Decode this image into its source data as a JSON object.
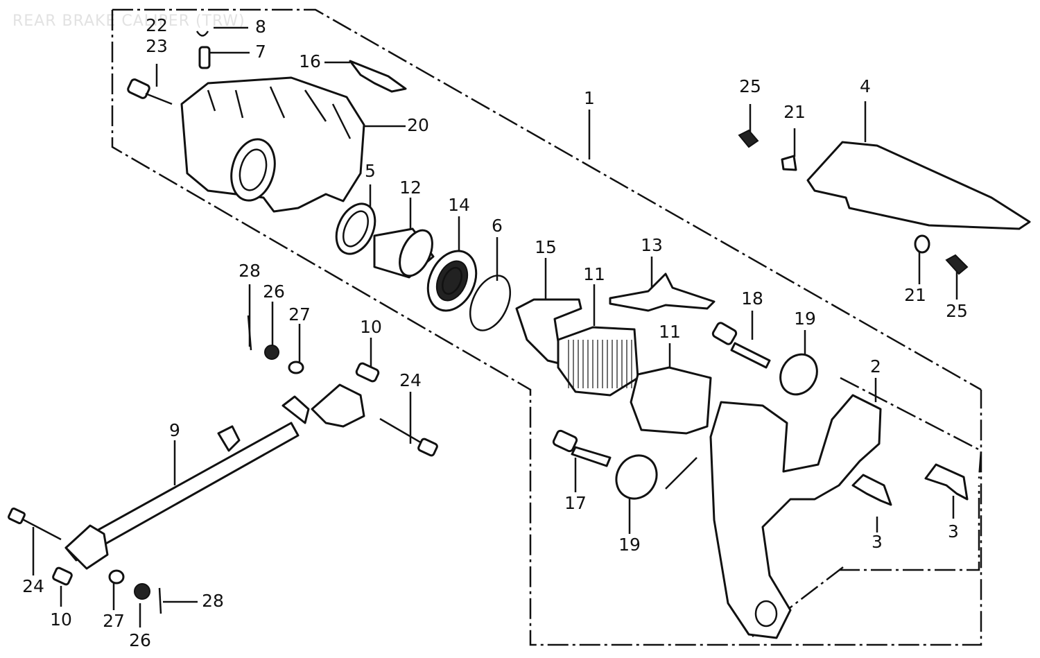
{
  "header": {
    "title": "REAR BRAKE CALIPER (TRW)"
  },
  "callouts": [
    {
      "id": "c22",
      "text": "22"
    },
    {
      "id": "c23",
      "text": "23"
    },
    {
      "id": "c8",
      "text": "8"
    },
    {
      "id": "c7",
      "text": "7"
    },
    {
      "id": "c16",
      "text": "16"
    },
    {
      "id": "c20",
      "text": "20"
    },
    {
      "id": "c1",
      "text": "1"
    },
    {
      "id": "c25a",
      "text": "25"
    },
    {
      "id": "c21a",
      "text": "21"
    },
    {
      "id": "c4",
      "text": "4"
    },
    {
      "id": "c5",
      "text": "5"
    },
    {
      "id": "c12",
      "text": "12"
    },
    {
      "id": "c14",
      "text": "14"
    },
    {
      "id": "c6",
      "text": "6"
    },
    {
      "id": "c15",
      "text": "15"
    },
    {
      "id": "c13",
      "text": "13"
    },
    {
      "id": "c11a",
      "text": "11"
    },
    {
      "id": "c11b",
      "text": "11"
    },
    {
      "id": "c18",
      "text": "18"
    },
    {
      "id": "c19a",
      "text": "19"
    },
    {
      "id": "c21b",
      "text": "21"
    },
    {
      "id": "c25b",
      "text": "25"
    },
    {
      "id": "c28a",
      "text": "28"
    },
    {
      "id": "c26a",
      "text": "26"
    },
    {
      "id": "c27a",
      "text": "27"
    },
    {
      "id": "c10a",
      "text": "10"
    },
    {
      "id": "c24a",
      "text": "24"
    },
    {
      "id": "c9",
      "text": "9"
    },
    {
      "id": "c2",
      "text": "2"
    },
    {
      "id": "c17",
      "text": "17"
    },
    {
      "id": "c19b",
      "text": "19"
    },
    {
      "id": "c3a",
      "text": "3"
    },
    {
      "id": "c3b",
      "text": "3"
    },
    {
      "id": "c24b",
      "text": "24"
    },
    {
      "id": "c10b",
      "text": "10"
    },
    {
      "id": "c27b",
      "text": "27"
    },
    {
      "id": "c26b",
      "text": "26"
    },
    {
      "id": "c28b",
      "text": "28"
    }
  ]
}
